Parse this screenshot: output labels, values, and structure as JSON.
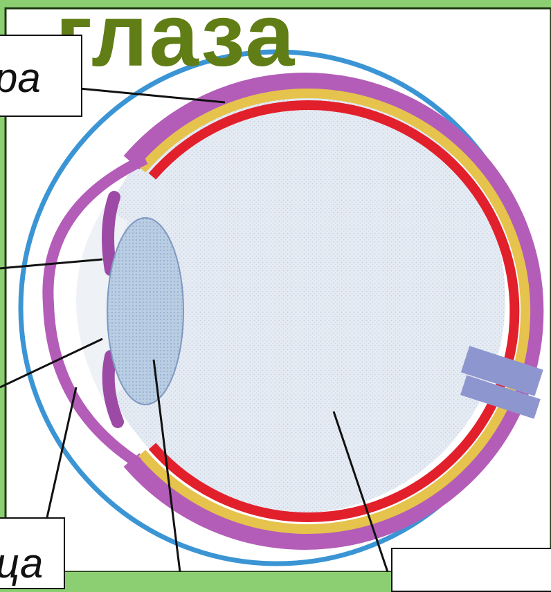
{
  "title": "глаза",
  "labels": {
    "top_left": "ра",
    "bottom_left": "ца",
    "bottom_right": ""
  },
  "colors": {
    "background": "#8cce72",
    "title": "#607d16",
    "sclera": "#3b95d4",
    "choroid": "#b35db8",
    "retina": "#e2202c",
    "pigment_layer": "#e5c34c",
    "vitreous": "#dfe6ef",
    "lens": "#a9c1dc",
    "optic_nerve": "#8e96cf"
  }
}
